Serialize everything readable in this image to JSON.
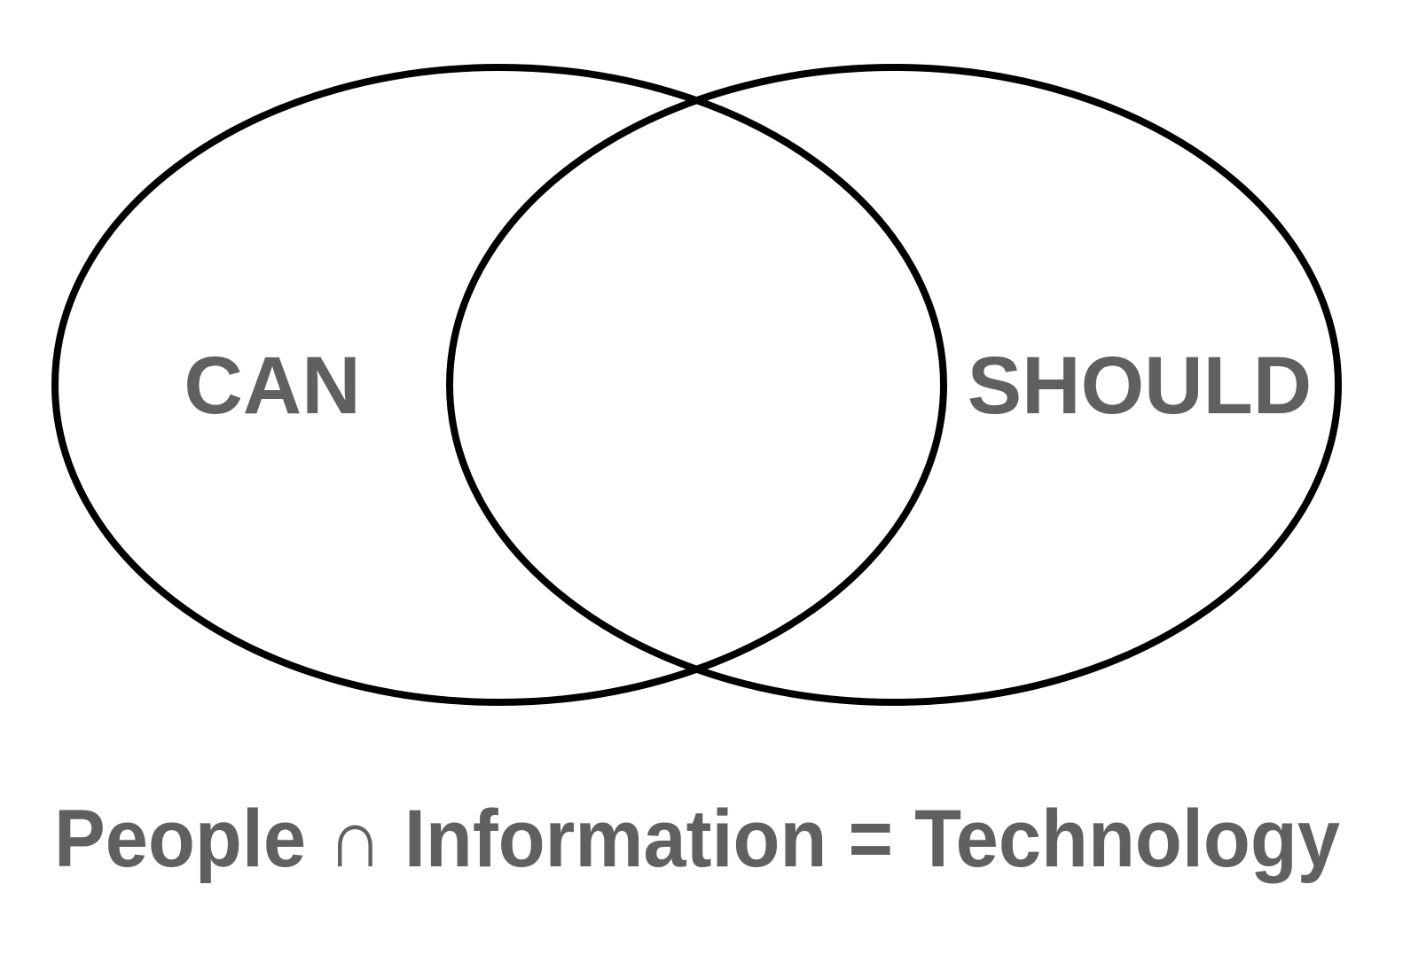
{
  "diagram": {
    "type": "venn",
    "sets": [
      {
        "label": "CAN"
      },
      {
        "label": "SHOULD"
      }
    ],
    "caption": "People ∩ Information = Technology",
    "colors": {
      "outline": "#000000",
      "text": "#606060",
      "background": "#ffffff"
    }
  }
}
